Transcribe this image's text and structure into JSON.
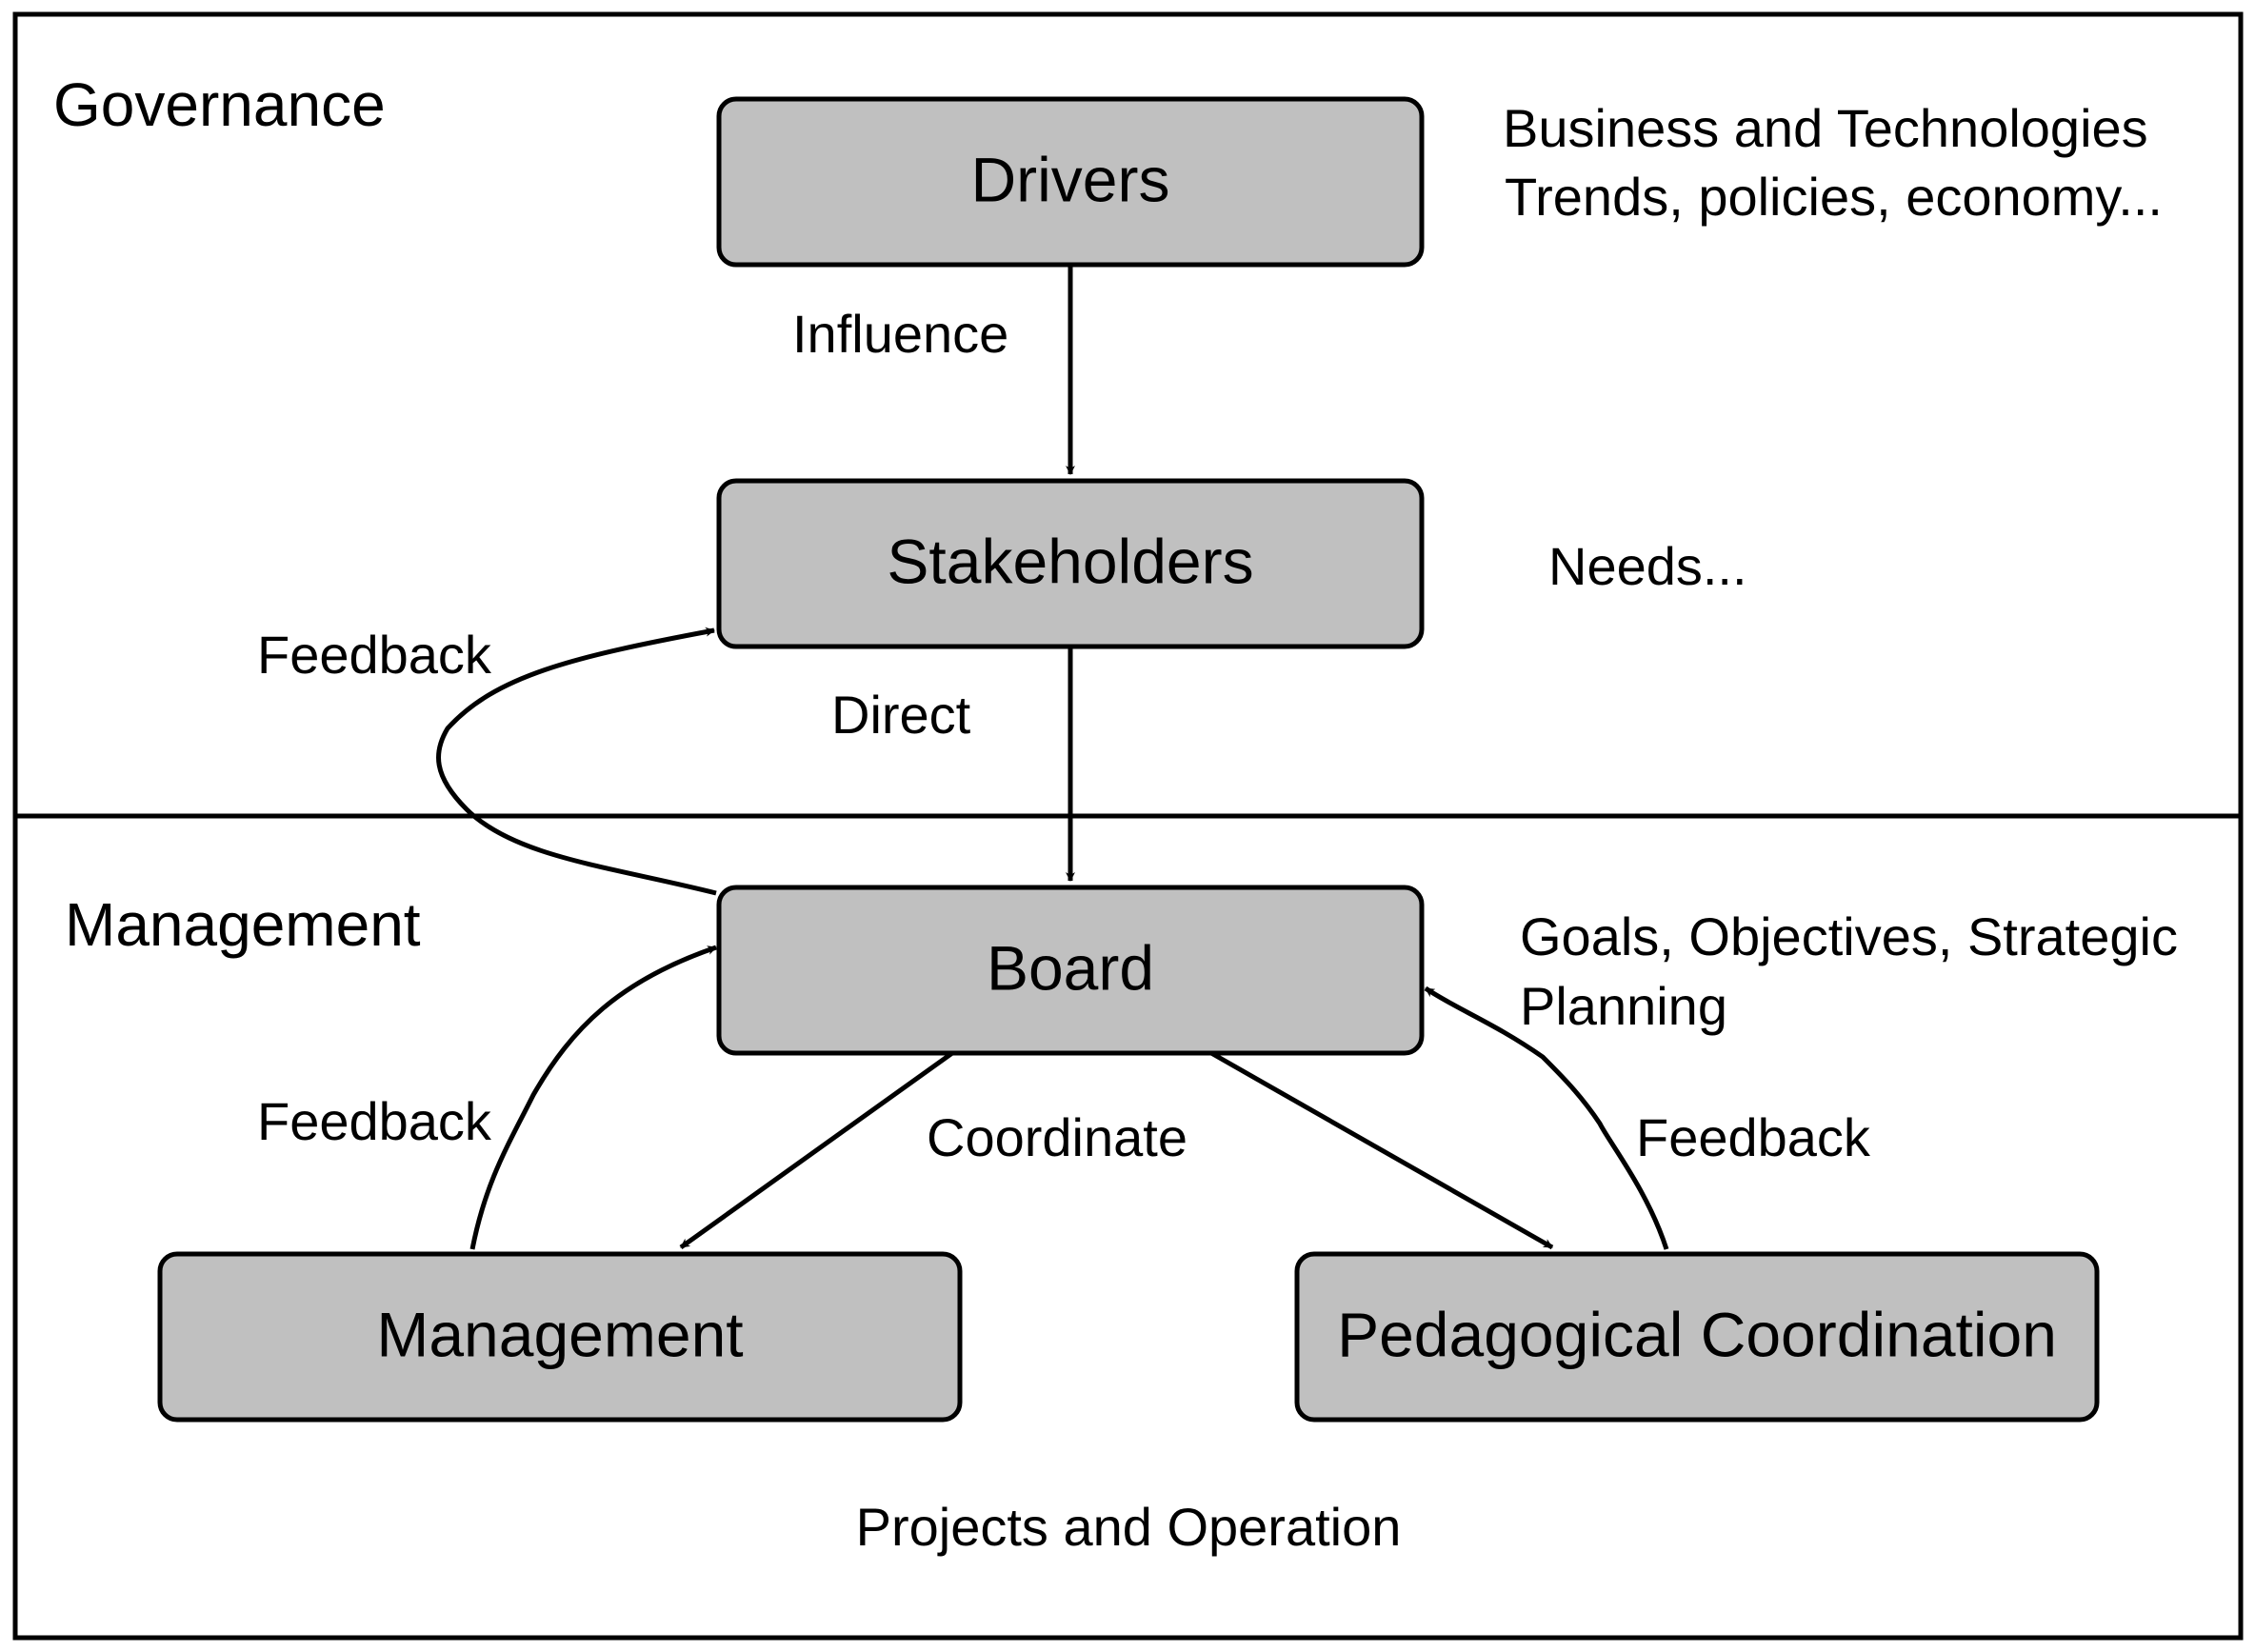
{
  "sections": {
    "governance": "Governance",
    "management": "Management"
  },
  "nodes": {
    "drivers": "Drivers",
    "stakeholders": "Stakeholders",
    "board": "Board",
    "management": "Management",
    "pedagogical": "Pedagogical Coordination"
  },
  "annotations": {
    "drivers_line1": "Business and Technologies",
    "drivers_line2": "Trends, policies, economy...",
    "stakeholders": "Needs...",
    "board_line1": "Goals, Objectives, Strategic",
    "board_line2": "Planning",
    "footer": "Projects and Operation"
  },
  "edges": {
    "influence": "Influence",
    "direct": "Direct",
    "coordinate": "Coordinate",
    "feedback_stakeholders": "Feedback",
    "feedback_management": "Feedback",
    "feedback_pedagogical": "Feedback"
  }
}
